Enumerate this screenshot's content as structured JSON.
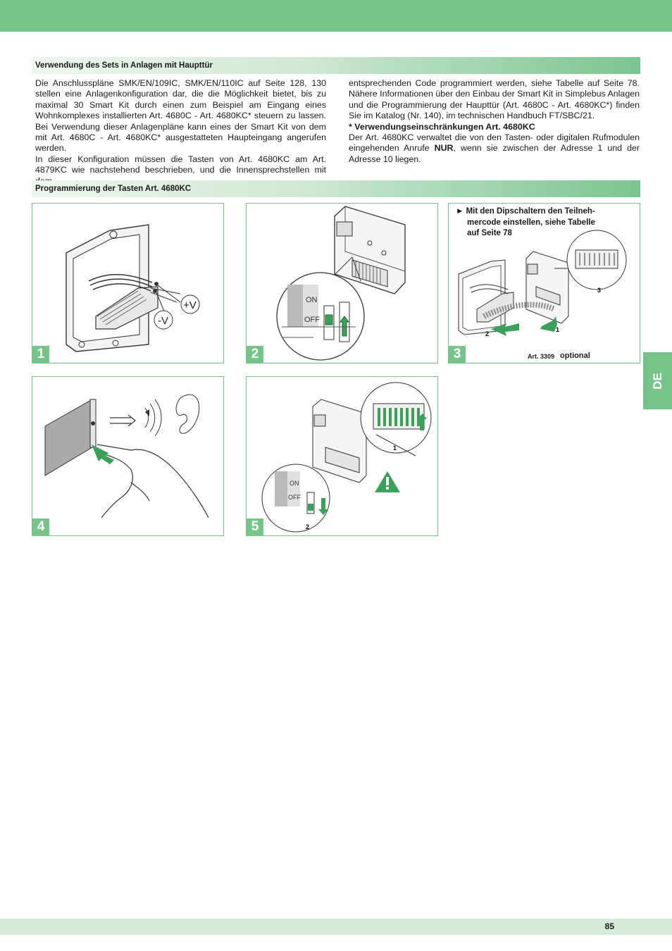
{
  "section1": {
    "title": "Verwendung des Sets in Anlagen mit Haupttür",
    "left_paragraphs": [
      "Die Anschlusspläne SMK/EN/109IC, SMK/EN/110IC auf Seite 128, 130 stellen eine Anlagenkonfiguration dar, die die Möglichkeit bietet, bis zu maximal 30 Smart Kit durch einen zum Beispiel am Eingang eines Wohnkomplexes installierten Art. 4680C - Art. 4680KC* steuern zu lassen. Bei Verwendung dieser Anlagenpläne kann eines der Smart Kit von dem mit Art. 4680C - Art. 4680KC* ausgestatteten Haupteingang angerufen werden.",
      "In dieser Konfiguration müssen die Tasten von Art. 4680KC am Art. 4879KC wie nachstehend beschrieben, und die Innensprechstellen mit dem"
    ],
    "right_paragraph_1": "entsprechenden Code programmiert werden, siehe Tabelle auf Seite 78. Nähere Informationen über den Einbau der Smart Kit in Simplebus Anlagen und die Programmierung der Haupttür (Art. 4680C - Art. 4680KC*) finden Sie im Katalog (Nr. 140), im technischen Handbuch FT/SBC/21.",
    "restrictions_heading": "* Verwendungseinschränkungen Art. 4680KC",
    "restrictions_before": "Der Art. 4680KC verwaltet die von den Tasten- oder digitalen Rufmodulen eingehenden Anrufe ",
    "restrictions_emph": "NUR",
    "restrictions_after": ", wenn sie zwischen der Adresse 1 und der Adresse 10 liegen."
  },
  "section2": {
    "title": "Programmierung der Tasten Art. 4680KC"
  },
  "steps": {
    "step1": {
      "number": "1",
      "label_plus_v": "+V",
      "label_minus_v": "-V"
    },
    "step2": {
      "number": "2",
      "on": "ON",
      "off": "OFF"
    },
    "step3": {
      "number": "3",
      "note_line1": "► Mit den Dipschaltern den Teilneh-",
      "note_line2": "mercode einstellen, siehe Tabelle",
      "note_line3": "auf Seite 78",
      "callout_1": "1",
      "callout_2": "2",
      "callout_3": "3",
      "art_label": "Art. 3309",
      "optional_label": "optional"
    },
    "step4": {
      "number": "4"
    },
    "step5": {
      "number": "5",
      "on": "ON",
      "off": "OFF",
      "callout_1": "1",
      "callout_2": "2"
    }
  },
  "side_tab": "DE",
  "page_number": "85",
  "colors": {
    "accent": "#76c48a",
    "light": "#d5ebd9"
  }
}
